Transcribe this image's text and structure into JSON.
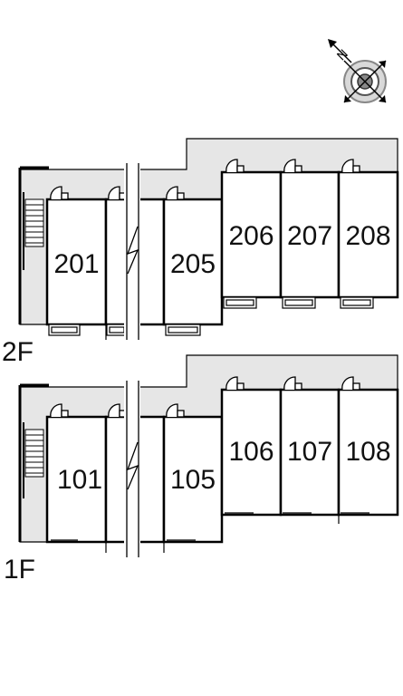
{
  "compass": {
    "north_label": "N",
    "icon": "compass-rose-icon"
  },
  "floors": [
    {
      "label": "2F",
      "rooms": [
        "201",
        "205",
        "206",
        "207",
        "208"
      ]
    },
    {
      "label": "1F",
      "rooms": [
        "101",
        "105",
        "106",
        "107",
        "108"
      ]
    }
  ],
  "colors": {
    "corridor": "#e6e6e6",
    "wall": "#000000",
    "room": "#ffffff"
  }
}
